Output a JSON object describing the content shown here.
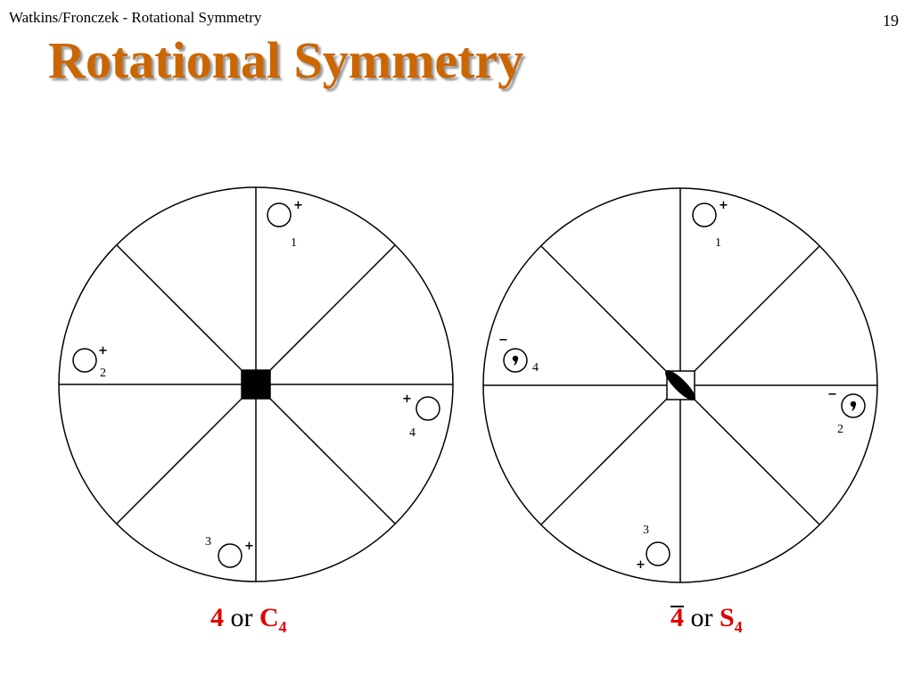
{
  "header": {
    "text": "Watkins/Fronczek - Rotational Symmetry",
    "page_number": "19"
  },
  "title": "Rotational Symmetry",
  "left_diagram": {
    "labels": [
      "1",
      "2",
      "3",
      "4"
    ],
    "signs": [
      "+",
      "+",
      "+",
      "+"
    ],
    "caption": {
      "primary": "4",
      "or": "or",
      "secondary_letter": "C",
      "secondary_sub": "4"
    }
  },
  "right_diagram": {
    "labels": [
      "1",
      "2",
      "3",
      "4"
    ],
    "signs": [
      "+",
      "−",
      "+",
      "−"
    ],
    "caption": {
      "primary": "4",
      "or": "or",
      "secondary_letter": "S",
      "secondary_sub": "4"
    }
  },
  "colors": {
    "title": "#cc6600",
    "caption_red": "#e00000",
    "title_shadow": "#999999"
  }
}
